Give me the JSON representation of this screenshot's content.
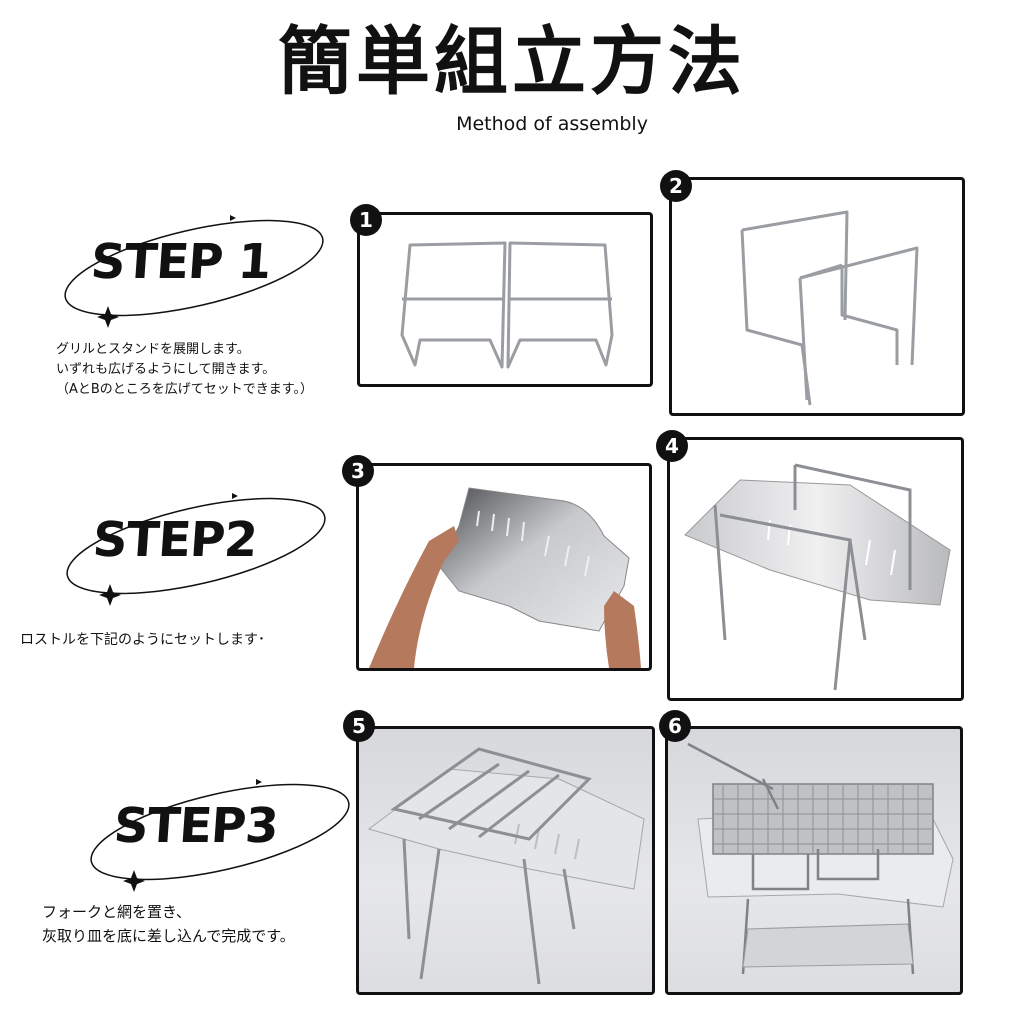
{
  "header": {
    "title": "簡単組立方法",
    "subtitle": "Method of assembly"
  },
  "steps": [
    {
      "label": "STEP 1",
      "lines": [
        "グリルとスタンドを展開します。",
        "いずれも広げるようにして開きます。",
        "（AとBのところを広げてセットできます。）"
      ]
    },
    {
      "label": "STEP2",
      "lines": [
        "ロストルを下記のようにセットします･"
      ]
    },
    {
      "label": "STEP3",
      "lines": [
        "フォークと網を置き、",
        "灰取り皿を底に差し込んで完成です。"
      ]
    }
  ],
  "panels": [
    {
      "number": "1"
    },
    {
      "number": "2"
    },
    {
      "number": "3"
    },
    {
      "number": "4"
    },
    {
      "number": "5"
    },
    {
      "number": "6"
    }
  ]
}
